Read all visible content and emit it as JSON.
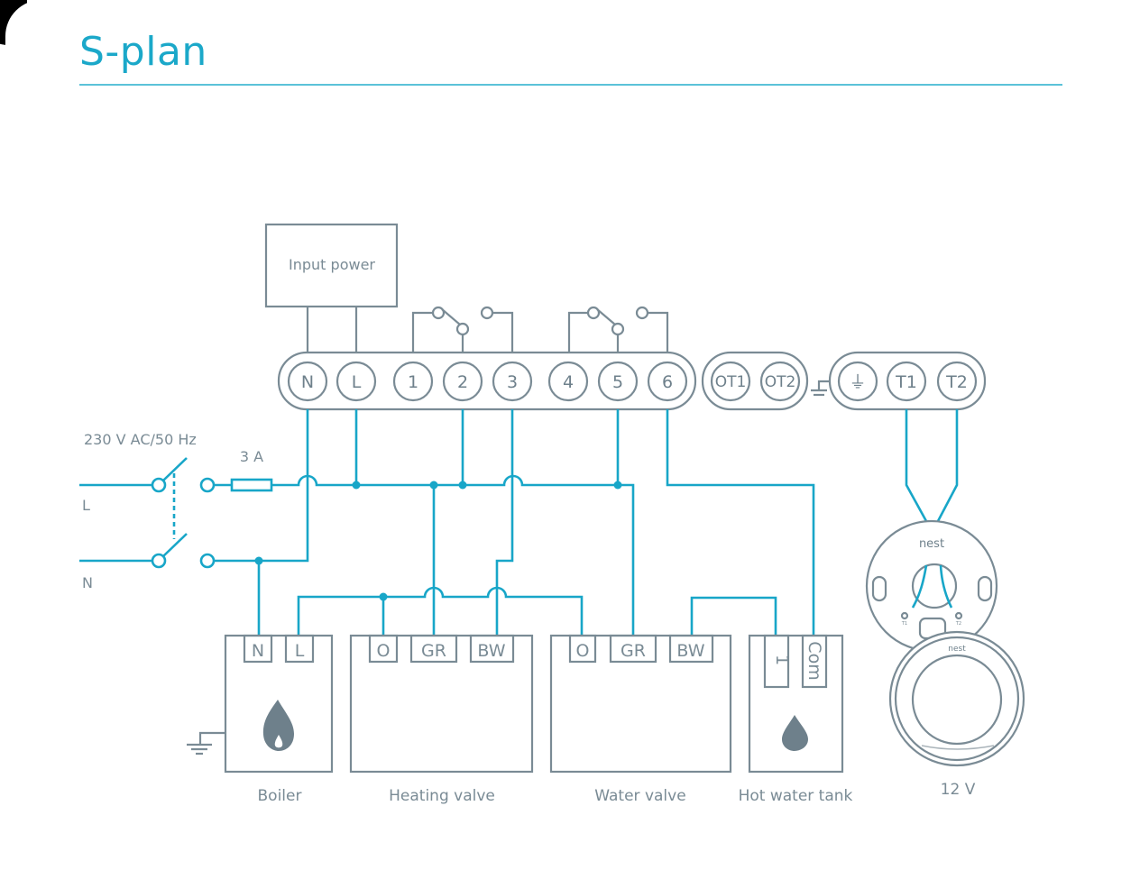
{
  "title": "S-plan",
  "input_power": "Input power",
  "supply": {
    "label": "230 V AC/50 Hz",
    "line": "L",
    "neutral": "N",
    "fuse": "3 A"
  },
  "terminal_block": {
    "main": [
      "N",
      "L",
      "1",
      "2",
      "3",
      "4",
      "5",
      "6"
    ],
    "opentherm": [
      "OT1",
      "OT2"
    ],
    "thermostat": [
      "⏚",
      "T1",
      "T2"
    ]
  },
  "devices": {
    "boiler": {
      "label": "Boiler",
      "terminals": [
        "N",
        "L"
      ],
      "icon": "flame-icon"
    },
    "heating_valve": {
      "label": "Heating valve",
      "terminals": [
        "O",
        "GR",
        "BW"
      ]
    },
    "water_valve": {
      "label": "Water valve",
      "terminals": [
        "O",
        "GR",
        "BW"
      ]
    },
    "hot_water_tank": {
      "label": "Hot water tank",
      "terminals": [
        "1",
        "Com"
      ],
      "icon": "water-drop-icon"
    },
    "thermostat": {
      "label": "12 V",
      "brand": "nest",
      "base_terminals": [
        "T1",
        "T2"
      ]
    }
  },
  "colors": {
    "accent": "#1ba8c9",
    "wire": "#18a6c8",
    "outline": "#7a8b95"
  }
}
